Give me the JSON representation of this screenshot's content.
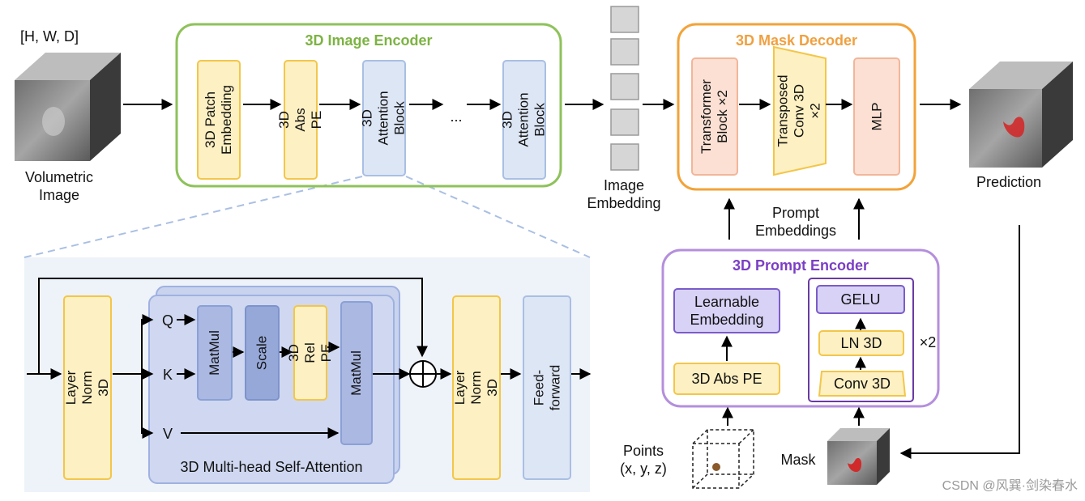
{
  "input": {
    "dims_label": "[H, W, D]",
    "caption": "Volumetric\nImage"
  },
  "encoder": {
    "title": "3D Image Encoder",
    "title_color": "#7cb342",
    "blocks": [
      "3D Patch\nEmbedding",
      "3D Abs PE",
      "3D Attention\nBlock",
      "3D Attention\nBlock"
    ],
    "ellipsis": "..."
  },
  "embedding": {
    "caption": "Image\nEmbedding"
  },
  "decoder": {
    "title": "3D Mask Decoder",
    "title_color": "#f0a040",
    "blocks": [
      "Transformer\nBlock ×2",
      "Transposed\nConv 3D ×2",
      "MLP"
    ]
  },
  "output": {
    "caption": "Prediction"
  },
  "prompt_embeddings": {
    "caption": "Prompt\nEmbeddings"
  },
  "prompt_encoder": {
    "title": "3D Prompt Encoder",
    "title_color": "#7b3fc4",
    "learnable": "Learnable\nEmbedding",
    "abs_pe": "3D Abs PE",
    "gelu": "GELU",
    "ln": "LN 3D",
    "conv": "Conv 3D",
    "repeat": "×2"
  },
  "points": {
    "caption": "Points\n(x, y, z)"
  },
  "mask": {
    "caption": "Mask"
  },
  "attention_detail": {
    "layer_norm_1": "Layer Norm 3D",
    "layer_norm_2": "Layer Norm 3D",
    "feed_forward": "Feed-forward",
    "q": "Q",
    "k": "K",
    "v": "V",
    "matmul_1": "MatMul",
    "scale": "Scale",
    "rel_pe": "3D Rel PE",
    "matmul_2": "MatMul",
    "mhsa_caption": "3D Multi-head Self-Attention"
  },
  "watermark": "CSDN @风巽·剑染春水"
}
